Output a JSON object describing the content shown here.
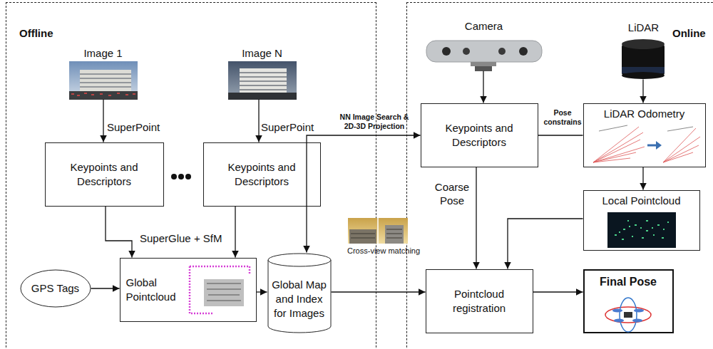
{
  "diagram": {
    "nodes": [
      {
        "text": [
          "Offline"
        ]
      },
      {
        "text": [
          "Image 1"
        ],
        "in": 0
      },
      {
        "text": [
          "Image N"
        ],
        "in": 0
      },
      {
        "text": [
          "Keypoints and Descriptors"
        ],
        "in": 0
      },
      {
        "text": [
          "Keypoints and Descriptors"
        ],
        "in": 0
      },
      {
        "text": [
          "GPS Tags"
        ],
        "in": 0
      },
      {
        "text": [
          "Global Pointcloud"
        ],
        "in": 0
      },
      {
        "text": [
          "Global Map and Index for Images"
        ],
        "in": 0
      },
      {
        "text": [
          "Online"
        ]
      },
      {
        "text": [
          "Camera"
        ],
        "in": 8
      },
      {
        "text": [
          "LiDAR"
        ],
        "in": 8
      },
      {
        "text": [
          "Keypoints and Descriptors"
        ],
        "in": 8
      },
      {
        "text": [
          "LiDAR Odometry"
        ],
        "in": 8
      },
      {
        "text": [
          "Local Pointcloud"
        ],
        "in": 8
      },
      {
        "text": [
          "Pointcloud registration"
        ],
        "in": 8
      },
      {
        "text": [
          "Final Pose"
        ],
        "in": 8
      }
    ],
    "edges": [
      {
        "from": 1,
        "to": 3,
        "arrow": "to",
        "label": "SuperPoint"
      },
      {
        "from": 2,
        "to": 4,
        "arrow": "to",
        "label": "SuperPoint"
      },
      {
        "from": 3,
        "to": 6,
        "arrow": "to",
        "label": "SuperGlue + SfM"
      },
      {
        "from": 4,
        "to": 6,
        "arrow": "to"
      },
      {
        "from": 5,
        "to": 6,
        "arrow": "to"
      },
      {
        "from": 6,
        "to": 7,
        "arrow": "to"
      },
      {
        "from": 7,
        "to": 11,
        "arrow": "both",
        "label": "NN Image Search & 2D-3D Projection"
      },
      {
        "from": 9,
        "to": 11,
        "arrow": "to"
      },
      {
        "from": 10,
        "to": 12,
        "arrow": "to"
      },
      {
        "from": 11,
        "to": 12,
        "arrow": "none",
        "label": "Pose constrains"
      },
      {
        "from": 12,
        "to": 13,
        "arrow": "to"
      },
      {
        "from": 11,
        "to": 14,
        "arrow": "to",
        "label": "Coarse Pose"
      },
      {
        "from": 13,
        "to": 14,
        "arrow": "to"
      },
      {
        "from": 7,
        "to": 14,
        "arrow": "to"
      },
      {
        "from": 14,
        "to": 15,
        "arrow": "to"
      }
    ],
    "labels": [
      "Cross-view matching"
    ]
  }
}
